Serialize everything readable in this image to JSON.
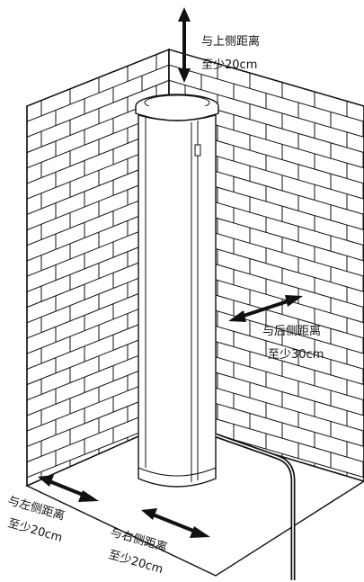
{
  "clearances": {
    "top": {
      "line1": "与上侧距离",
      "line2": "至少20cm"
    },
    "back": {
      "line1": "与后侧距离",
      "line2": "至少30cm"
    },
    "left": {
      "line1": "与左侧距离",
      "line2": "至少20cm"
    },
    "right": {
      "line1": "与右侧距离",
      "line2": "至少20cm"
    }
  },
  "colors": {
    "line": "#111111",
    "background": "#ffffff"
  }
}
